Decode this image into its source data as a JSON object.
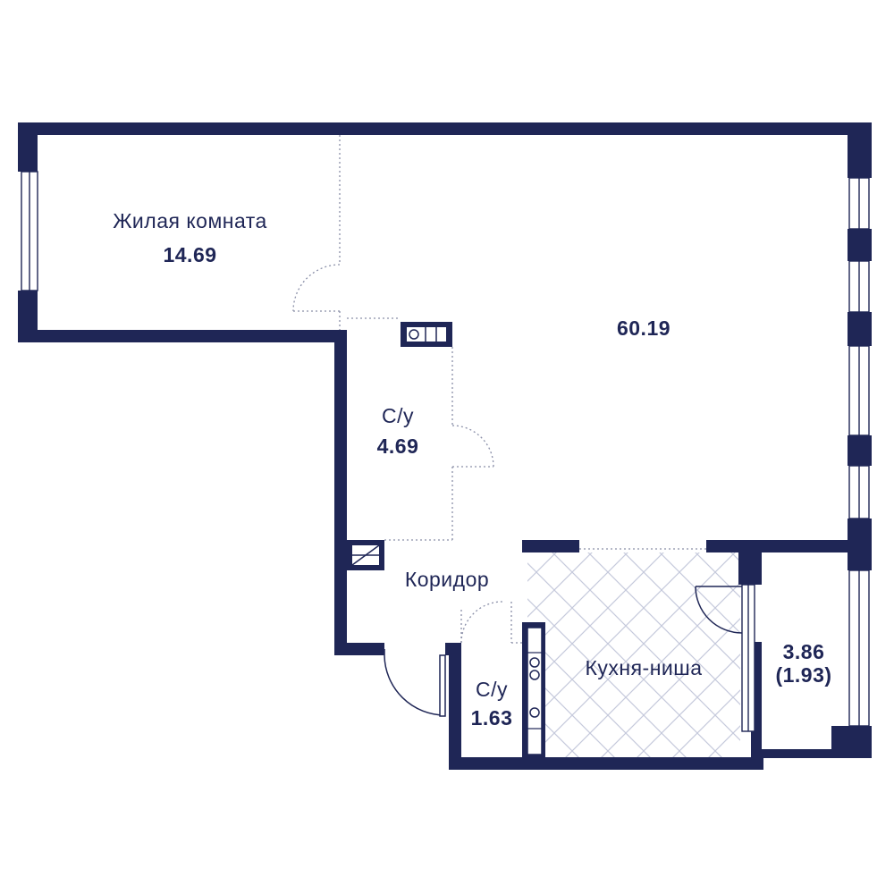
{
  "colors": {
    "wall": "#1f2656",
    "background": "#ffffff",
    "hatch": "#c5c9dc",
    "dash": "#8a8fa8"
  },
  "rooms": {
    "living_room": {
      "name": "Жилая комната",
      "area": "14.69"
    },
    "main_room": {
      "area": "60.19"
    },
    "bathroom_1": {
      "name": "С/у",
      "area": "4.69"
    },
    "corridor": {
      "name": "Коридор"
    },
    "bathroom_2": {
      "name": "С/у",
      "area": "1.63"
    },
    "kitchen": {
      "name": "Кухня-ниша"
    },
    "balcony": {
      "area": "3.86",
      "area_reduced": "(1.93)"
    }
  }
}
